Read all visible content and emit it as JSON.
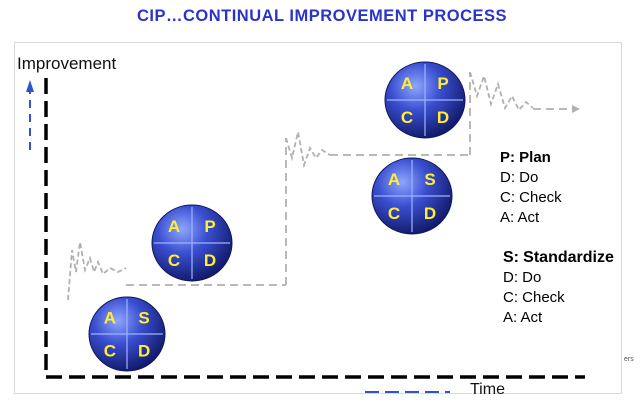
{
  "title": "CIP…CONTINUAL IMPROVEMENT PROCESS",
  "y_axis_label": "Improvement",
  "x_axis_label": "Time",
  "clipped_text": "ers",
  "colors": {
    "title": "#2a35c8",
    "globe": "#2b3fb5",
    "globe_letters": "#ffef33",
    "staircase": "#b0b0b0",
    "axis": "#000000",
    "arrow": "#2f55c9"
  },
  "globes": [
    {
      "id": "globe-asdc-bottom",
      "tl": "A",
      "tr": "S",
      "bl": "C",
      "br": "D"
    },
    {
      "id": "globe-apcd-lower",
      "tl": "A",
      "tr": "P",
      "bl": "C",
      "br": "D"
    },
    {
      "id": "globe-ascd-middle",
      "tl": "A",
      "tr": "S",
      "bl": "C",
      "br": "D"
    },
    {
      "id": "globe-apcd-top",
      "tl": "A",
      "tr": "P",
      "bl": "C",
      "br": "D"
    }
  ],
  "legend_pdca": {
    "header_key": "P:",
    "header_text": "Plan",
    "items": [
      "D: Do",
      "C: Check",
      "A: Act"
    ]
  },
  "legend_sdca": {
    "header_key": "S:",
    "header_text": "Standardize",
    "items": [
      "D: Do",
      "C: Check",
      "A: Act"
    ]
  }
}
